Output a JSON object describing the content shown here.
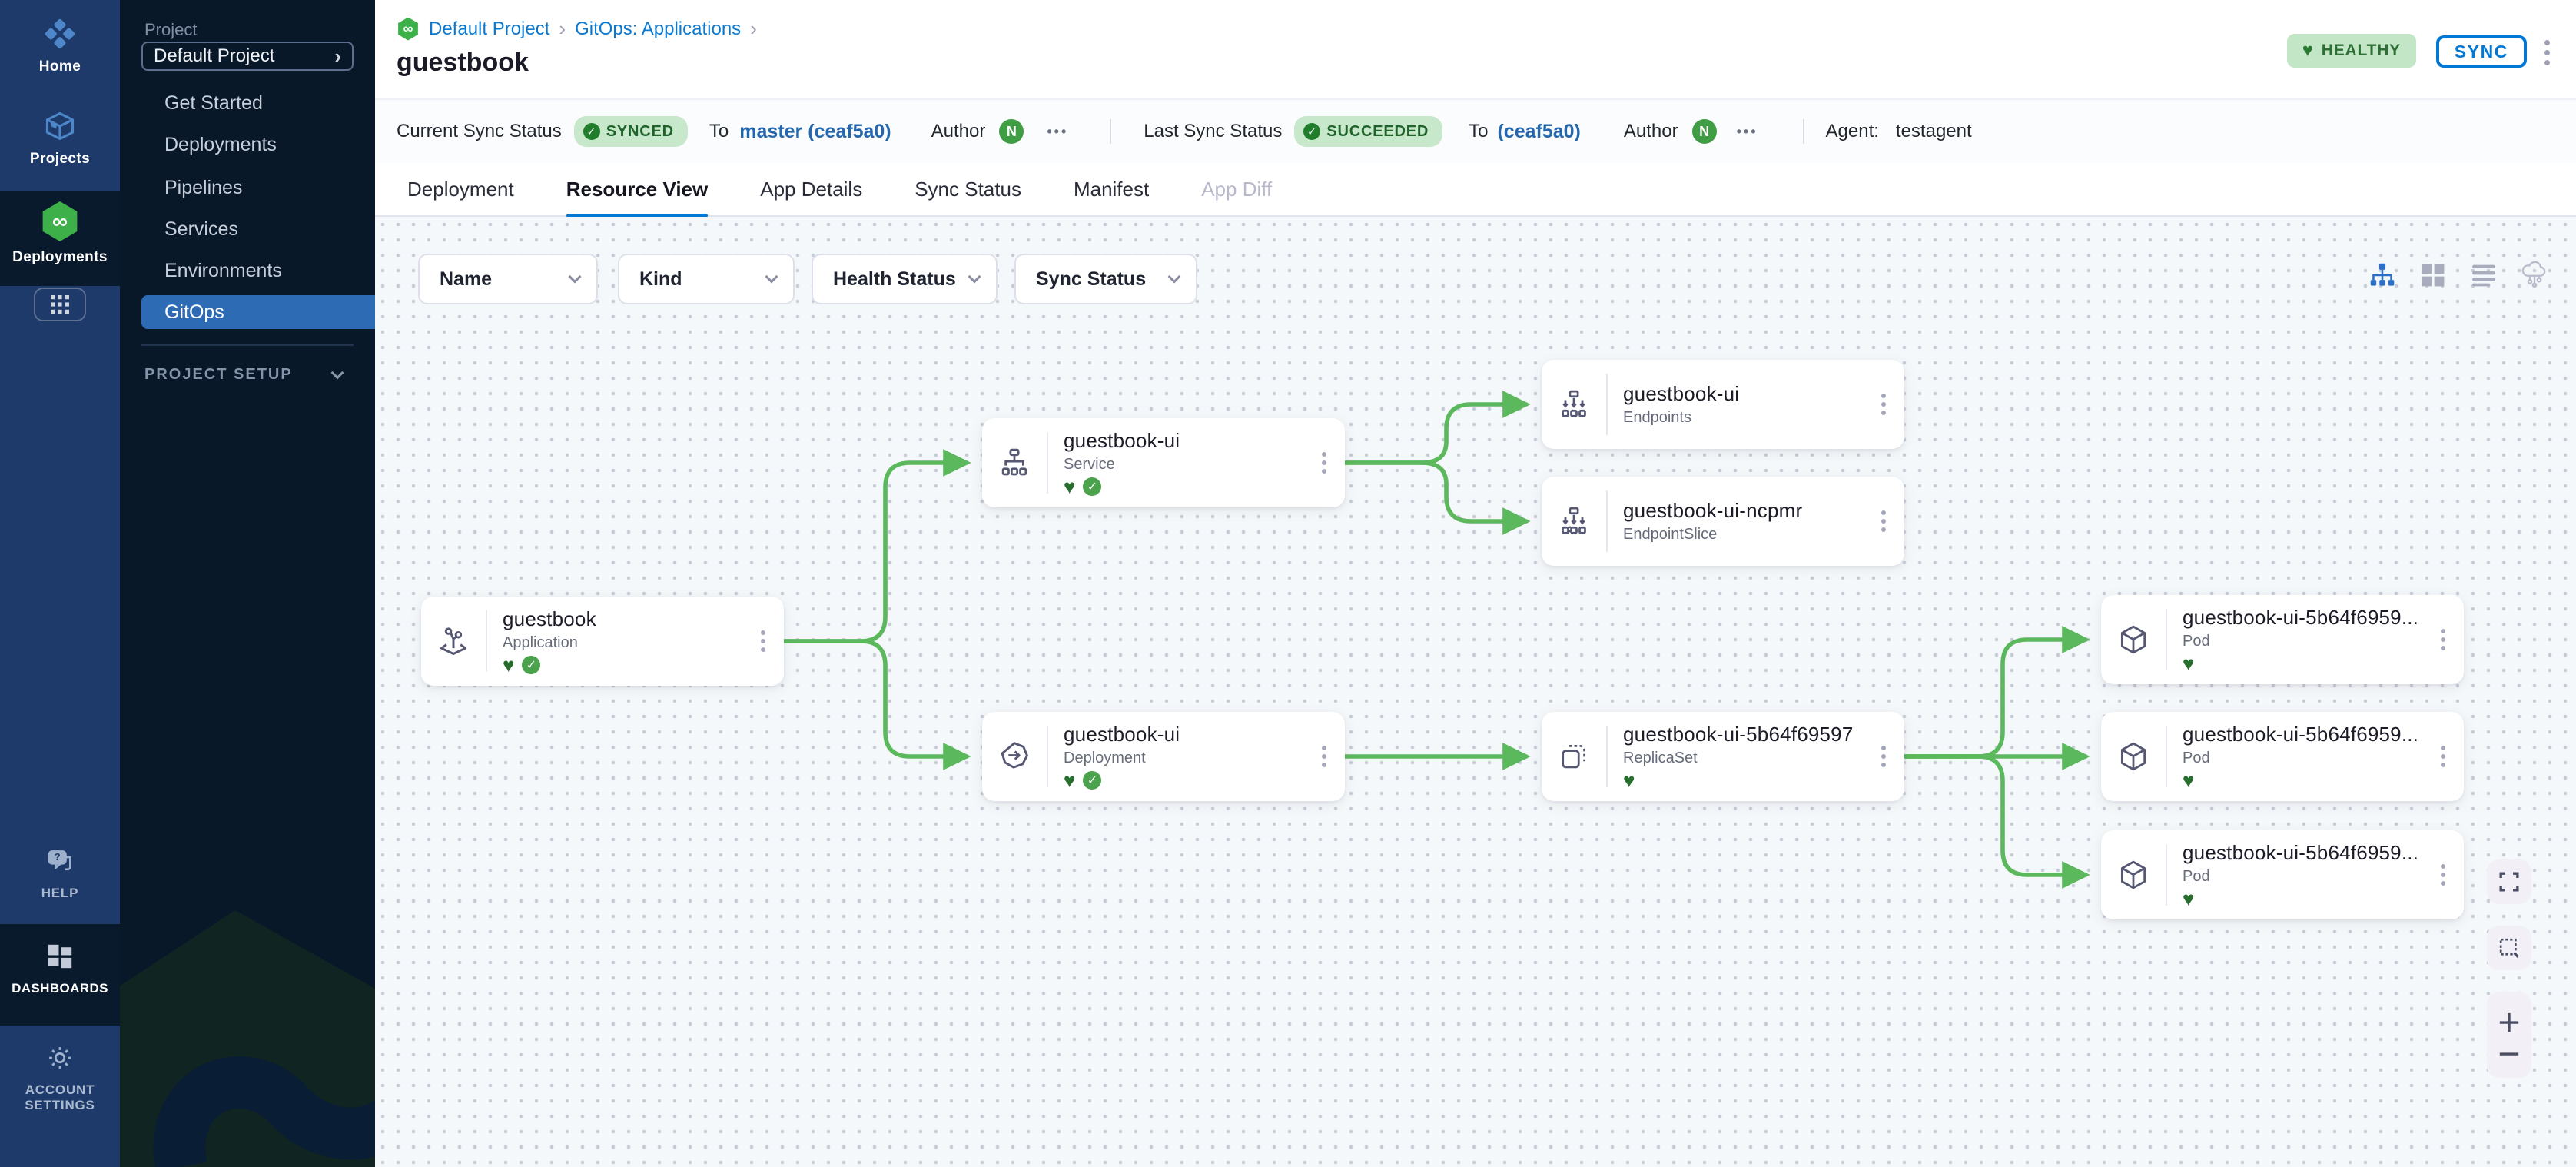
{
  "icons": {
    "heart": "♥",
    "check": "✓",
    "infinity": "∞",
    "ellipsis": "•••",
    "breadcrumb_separator": "›",
    "selector_arrow": "›"
  },
  "rail": {
    "items": [
      {
        "label": "Home",
        "icon": "home-icon"
      },
      {
        "label": "Projects",
        "icon": "projects-icon"
      },
      {
        "label": "Deployments",
        "icon": "deployments-gitops-icon"
      }
    ],
    "bottom_items": [
      {
        "label": "HELP",
        "icon": "help-chat-icon"
      },
      {
        "label": "DASHBOARDS",
        "icon": "dashboards-icon"
      },
      {
        "label": "ACCOUNT SETTINGS",
        "icon": "gear-icon"
      }
    ]
  },
  "sidebar": {
    "section_label": "Project",
    "project_selector_value": "Default Project",
    "items": [
      "Get Started",
      "Deployments",
      "Pipelines",
      "Services",
      "Environments",
      "GitOps"
    ],
    "active_item": "GitOps",
    "footer_label": "PROJECT SETUP"
  },
  "header": {
    "breadcrumb": [
      "Default Project",
      "GitOps: Applications"
    ],
    "title": "guestbook",
    "health_badge": "HEALTHY",
    "sync_button": "SYNC"
  },
  "status_bar": {
    "current_sync_label": "Current Sync Status",
    "current_sync_value": "SYNCED",
    "to_label": "To",
    "current_revision": "master (ceaf5a0)",
    "author_label": "Author",
    "author_initial": "N",
    "last_sync_label": "Last Sync Status",
    "last_sync_value": "SUCCEEDED",
    "last_revision": "(ceaf5a0)",
    "agent_label": "Agent:",
    "agent_value": "testagent"
  },
  "tabs": {
    "items": [
      "Deployment",
      "Resource View",
      "App Details",
      "Sync Status",
      "Manifest",
      "App Diff"
    ],
    "active": "Resource View",
    "disabled": "App Diff"
  },
  "filters": {
    "items": [
      "Name",
      "Kind",
      "Health Status",
      "Sync Status"
    ]
  },
  "view_toggles": [
    "tree-view",
    "grid-view",
    "list-view",
    "cloud-view"
  ],
  "graph": {
    "nodes": [
      {
        "title": "guestbook",
        "kind": "Application",
        "healthy": true,
        "synced": true
      },
      {
        "title": "guestbook-ui",
        "kind": "Service",
        "healthy": true,
        "synced": true
      },
      {
        "title": "guestbook-ui",
        "kind": "Endpoints"
      },
      {
        "title": "guestbook-ui-ncpmr",
        "kind": "EndpointSlice"
      },
      {
        "title": "guestbook-ui",
        "kind": "Deployment",
        "healthy": true,
        "synced": true
      },
      {
        "title": "guestbook-ui-5b64f69597",
        "kind": "ReplicaSet",
        "healthy": true
      },
      {
        "title": "guestbook-ui-5b64f6959...",
        "kind": "Pod",
        "healthy": true
      },
      {
        "title": "guestbook-ui-5b64f6959...",
        "kind": "Pod",
        "healthy": true
      },
      {
        "title": "guestbook-ui-5b64f6959...",
        "kind": "Pod",
        "healthy": true
      }
    ]
  },
  "colors": {
    "accent_blue": "#0278d5",
    "active_nav_blue": "#2d6cb5",
    "brand_green": "#3eb049",
    "edge_green": "#5cb85c",
    "status_pill_bg": "#c7e8ca",
    "status_pill_text": "#1e632a",
    "rail_navy": "#1e3a6b",
    "sidebar_navy": "#081828"
  }
}
